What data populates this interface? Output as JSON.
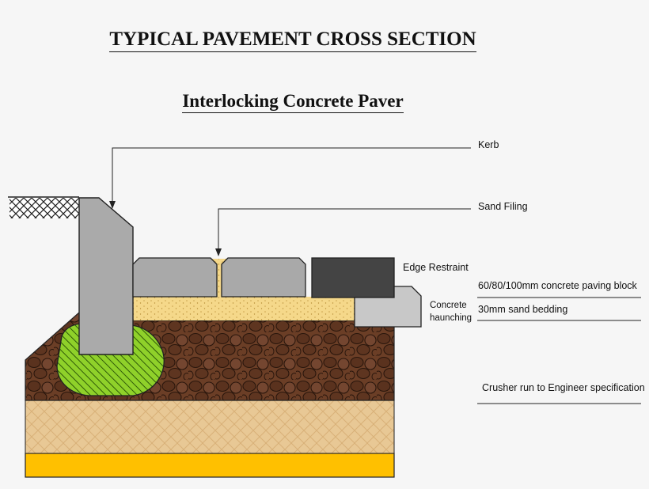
{
  "titles": {
    "main": "TYPICAL PAVEMENT CROSS SECTION",
    "sub": "Interlocking Concrete Paver"
  },
  "labels": {
    "kerb": "Kerb",
    "sand_filing": "Sand Filing",
    "edge_restraint": "Edge Restraint",
    "paving_block": "60/80/100mm concrete paving block",
    "concrete_haunching_line1": "Concrete",
    "concrete_haunching_line2": "haunching",
    "sand_bedding": "30mm sand bedding",
    "crusher_run": "Crusher run to Engineer specification"
  },
  "colors": {
    "background": "#f6f6f6",
    "kerb": "#aaaaaa",
    "paver": "#a9a9a9",
    "edge_restraint_block": "#444444",
    "haunching": "#c8c8c8",
    "sand_bedding": "#f5d88a",
    "crusher_run": "#6b3e26",
    "green_haunch": "#8fd12a",
    "subgrade": "#e8c895",
    "base_band": "#ffc000"
  }
}
